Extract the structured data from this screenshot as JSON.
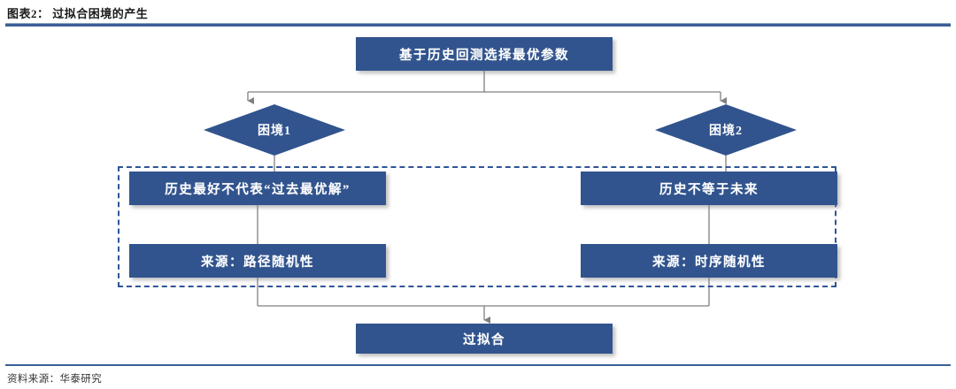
{
  "header": {
    "figure_label": "图表2：",
    "figure_title": "过拟合困境的产生",
    "title_full": "图表2： 过拟合困境的产生"
  },
  "footer": {
    "source": "资料来源：华泰研究"
  },
  "colors": {
    "node_fill": "#31548E",
    "node_text": "#FFFFFF",
    "rule": "#3C5F97",
    "connector": "#808080",
    "dashed_border": "#2F5597"
  },
  "diagram": {
    "type": "flowchart",
    "nodes": [
      {
        "id": "top",
        "shape": "rectangle",
        "label": "基于历史回测选择最优参数"
      },
      {
        "id": "dilemma1",
        "shape": "diamond",
        "label": "困境1"
      },
      {
        "id": "dilemma2",
        "shape": "diamond",
        "label": "困境2"
      },
      {
        "id": "left1",
        "shape": "rectangle",
        "label": "历史最好不代表“过去最优解”"
      },
      {
        "id": "right1",
        "shape": "rectangle",
        "label": "历史不等于未来"
      },
      {
        "id": "left2",
        "shape": "rectangle",
        "label": "来源：路径随机性"
      },
      {
        "id": "right2",
        "shape": "rectangle",
        "label": "来源：时序随机性"
      },
      {
        "id": "bottom",
        "shape": "rectangle",
        "label": "过拟合"
      }
    ],
    "edges": [
      {
        "from": "top",
        "to": "dilemma1",
        "style": "elbow-arrow"
      },
      {
        "from": "top",
        "to": "dilemma2",
        "style": "elbow-arrow"
      },
      {
        "from": "dilemma1",
        "to": "left1",
        "style": "straight"
      },
      {
        "from": "dilemma2",
        "to": "right1",
        "style": "straight"
      },
      {
        "from": "left1",
        "to": "left2",
        "style": "straight"
      },
      {
        "from": "right1",
        "to": "right2",
        "style": "straight"
      },
      {
        "from": "left2",
        "to": "bottom",
        "style": "elbow-arrow"
      },
      {
        "from": "right2",
        "to": "bottom",
        "style": "elbow-arrow"
      }
    ],
    "group": {
      "id": "dilemma-group",
      "border_style": "dashed",
      "contains": [
        "left1",
        "right1",
        "left2",
        "right2"
      ]
    }
  }
}
